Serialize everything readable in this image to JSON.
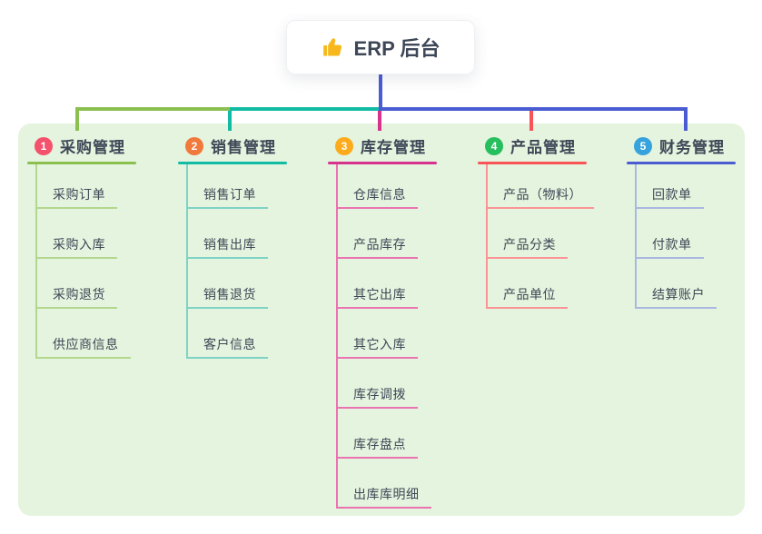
{
  "colors": {
    "page_bg": "#ffffff",
    "panel_bg": "#e4f4de",
    "text": "#3d4757",
    "root_connector": "#4a5cd1",
    "thumb_icon": "#f7b81e"
  },
  "root": {
    "icon": "thumbs-up-icon",
    "label": "ERP 后台"
  },
  "branches": [
    {
      "slug": "purchase",
      "badge": "1",
      "title": "采购管理",
      "badge_color": "#f4516c",
      "line_color": "#8bc051",
      "child_line_color": "#b3d78e",
      "children": [
        "采购订单",
        "采购入库",
        "采购退货",
        "供应商信息"
      ]
    },
    {
      "slug": "sales",
      "badge": "2",
      "title": "销售管理",
      "badge_color": "#f0793b",
      "line_color": "#12bca4",
      "child_line_color": "#7fd3c5",
      "children": [
        "销售订单",
        "销售出库",
        "销售退货",
        "客户信息"
      ]
    },
    {
      "slug": "inventory",
      "badge": "3",
      "title": "库存管理",
      "badge_color": "#fbab1c",
      "line_color": "#d7338d",
      "child_line_color": "#ea74b1",
      "children": [
        "仓库信息",
        "产品库存",
        "其它出库",
        "其它入库",
        "库存调拨",
        "库存盘点",
        "出库库明细"
      ]
    },
    {
      "slug": "product",
      "badge": "4",
      "title": "产品管理",
      "badge_color": "#27bf5e",
      "line_color": "#f85457",
      "child_line_color": "#fa9496",
      "children": [
        "产品（物料）",
        "产品分类",
        "产品单位"
      ]
    },
    {
      "slug": "finance",
      "badge": "5",
      "title": "财务管理",
      "badge_color": "#36a3dc",
      "line_color": "#4a5cd1",
      "child_line_color": "#a9b8e1",
      "children": [
        "回款单",
        "付款单",
        "结算账户"
      ]
    }
  ]
}
